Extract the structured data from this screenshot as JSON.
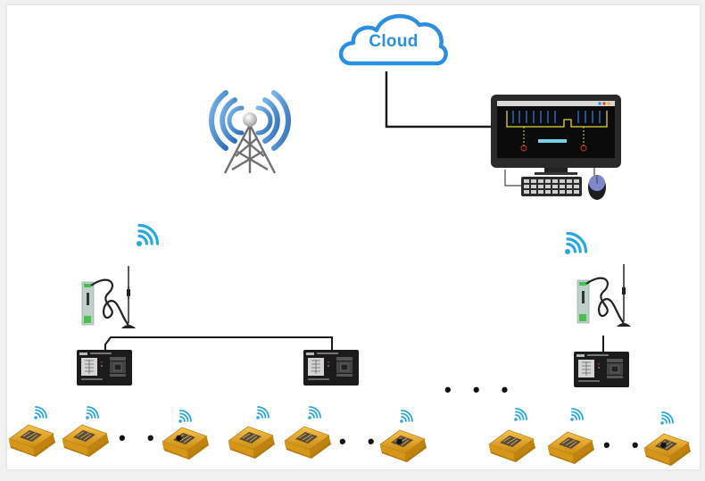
{
  "diagram": {
    "type": "network-topology",
    "cloud": {
      "label": "Cloud",
      "icon": "cloud-icon",
      "color": "#2b8fe0"
    },
    "server": {
      "icon": "monitor-workstation-icon",
      "peripherals": [
        "keyboard-icon",
        "mouse-icon"
      ]
    },
    "tower": {
      "icon": "cell-tower-icon"
    },
    "gateways": [
      {
        "id": "gateway-left",
        "wifi_icon": "wifi-icon",
        "modem_icon": "gsm-modem-antenna-icon",
        "controller_icon": "data-concentrator-icon"
      },
      {
        "id": "gateway-right",
        "wifi_icon": "wifi-icon",
        "modem_icon": "gsm-modem-antenna-icon",
        "controller_icon": "data-concentrator-icon"
      }
    ],
    "middle_controller": {
      "controller_icon": "data-concentrator-icon"
    },
    "sensor_groups": [
      {
        "id": "group-1",
        "visible_sensors": 3,
        "ellipsis": "• • •"
      },
      {
        "id": "group-2",
        "visible_sensors": 3,
        "ellipsis": "• • •"
      },
      {
        "id": "group-3",
        "visible_sensors": 3,
        "ellipsis": "• • •"
      }
    ],
    "controllers_ellipsis": "• • •",
    "colors": {
      "wifi": "#27a7e0",
      "line": "#1a1a1a",
      "sensor_gold": "#e5a21f",
      "tower_waves": "#4f8fd0",
      "device_dark": "#1b1b1b"
    }
  }
}
